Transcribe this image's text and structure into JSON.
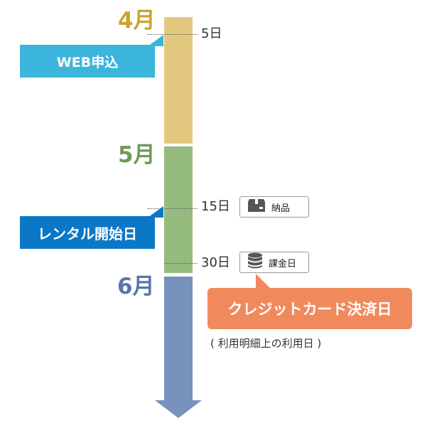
{
  "months": {
    "april": "4月",
    "may": "5月",
    "june": "6月"
  },
  "days": {
    "d5": "5日",
    "d15": "15日",
    "d30": "30日"
  },
  "events": {
    "web_apply": "WEB申込",
    "rental_start": "レンタル開始日",
    "delivery": "納品",
    "billing": "課金日",
    "card_payment": "クレジットカード決済日",
    "card_note": "( 利用明細上の利用日 )"
  },
  "icons": {
    "delivery": "package-icon",
    "billing": "coin-stack-icon"
  },
  "colors": {
    "april": "#e2c97f",
    "may": "#96bb7f",
    "june": "#7792bc",
    "web_apply": "#3cb5dc",
    "rental_start": "#0a78c7",
    "card_payment": "#f08a5c"
  }
}
